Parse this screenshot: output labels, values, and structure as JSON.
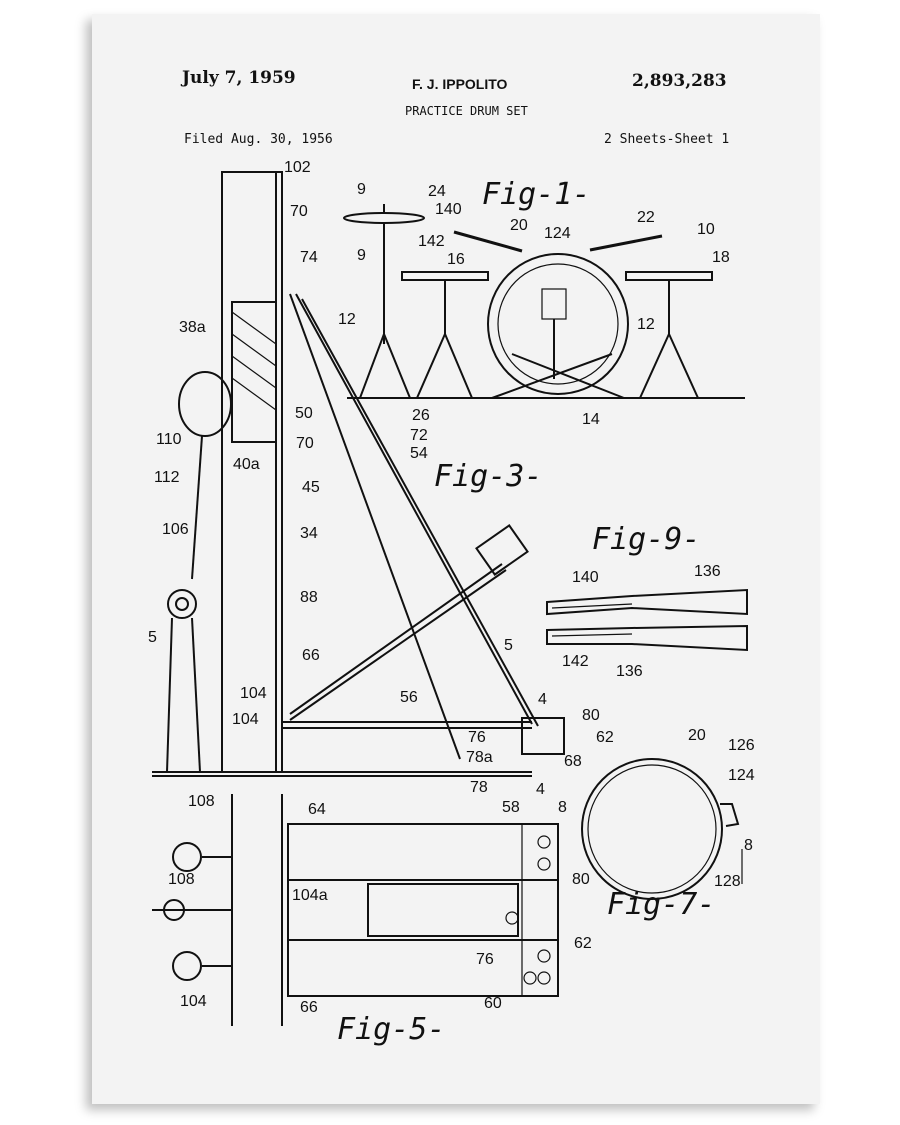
{
  "header": {
    "date": "July 7, 1959",
    "inventor": "F. J. IPPOLITO",
    "patent_number": "2,893,283",
    "title": "PRACTICE DRUM SET",
    "filed": "Filed Aug. 30, 1956",
    "sheets": "2 Sheets-Sheet 1"
  },
  "figures": {
    "fig1": "Fig-1-",
    "fig3": "Fig-3-",
    "fig5": "Fig-5-",
    "fig7": "Fig-7-",
    "fig9": "Fig-9-"
  },
  "labels": {
    "l102": "102",
    "l9a": "9",
    "l24": "24",
    "l140a": "140",
    "l70a": "70",
    "l142a": "142",
    "l20a": "20",
    "l124a": "124",
    "l22": "22",
    "l10": "10",
    "l74": "74",
    "l9b": "9",
    "l16": "16",
    "l18": "18",
    "l12a": "12",
    "l38a": "38a",
    "l12b": "12",
    "l50": "50",
    "l110": "110",
    "l70b": "70",
    "l40a": "40a",
    "l26": "26",
    "l14": "14",
    "l72": "72",
    "l54": "54",
    "l112": "112",
    "l45": "45",
    "l34": "34",
    "l106": "106",
    "l140b": "140",
    "l136a": "136",
    "l88": "88",
    "l5a": "5",
    "l5b": "5",
    "l142b": "142",
    "l136b": "136",
    "l66a": "66",
    "l4a": "4",
    "l104a": "104",
    "l56": "56",
    "l80a": "80",
    "l104b": "104",
    "l76a": "76",
    "l62a": "62",
    "l78a": "78a",
    "l20b": "20",
    "l126": "126",
    "l68": "68",
    "l124b": "124",
    "l108a": "108",
    "l78": "78",
    "l4b": "4",
    "l8a": "8",
    "l64": "64",
    "l58": "58",
    "l8b": "8",
    "l80b": "80",
    "l128": "128",
    "l108b": "108",
    "l104c": "104a",
    "l76b": "76",
    "l62b": "62",
    "l104d": "104",
    "l66b": "66",
    "l60": "60"
  }
}
